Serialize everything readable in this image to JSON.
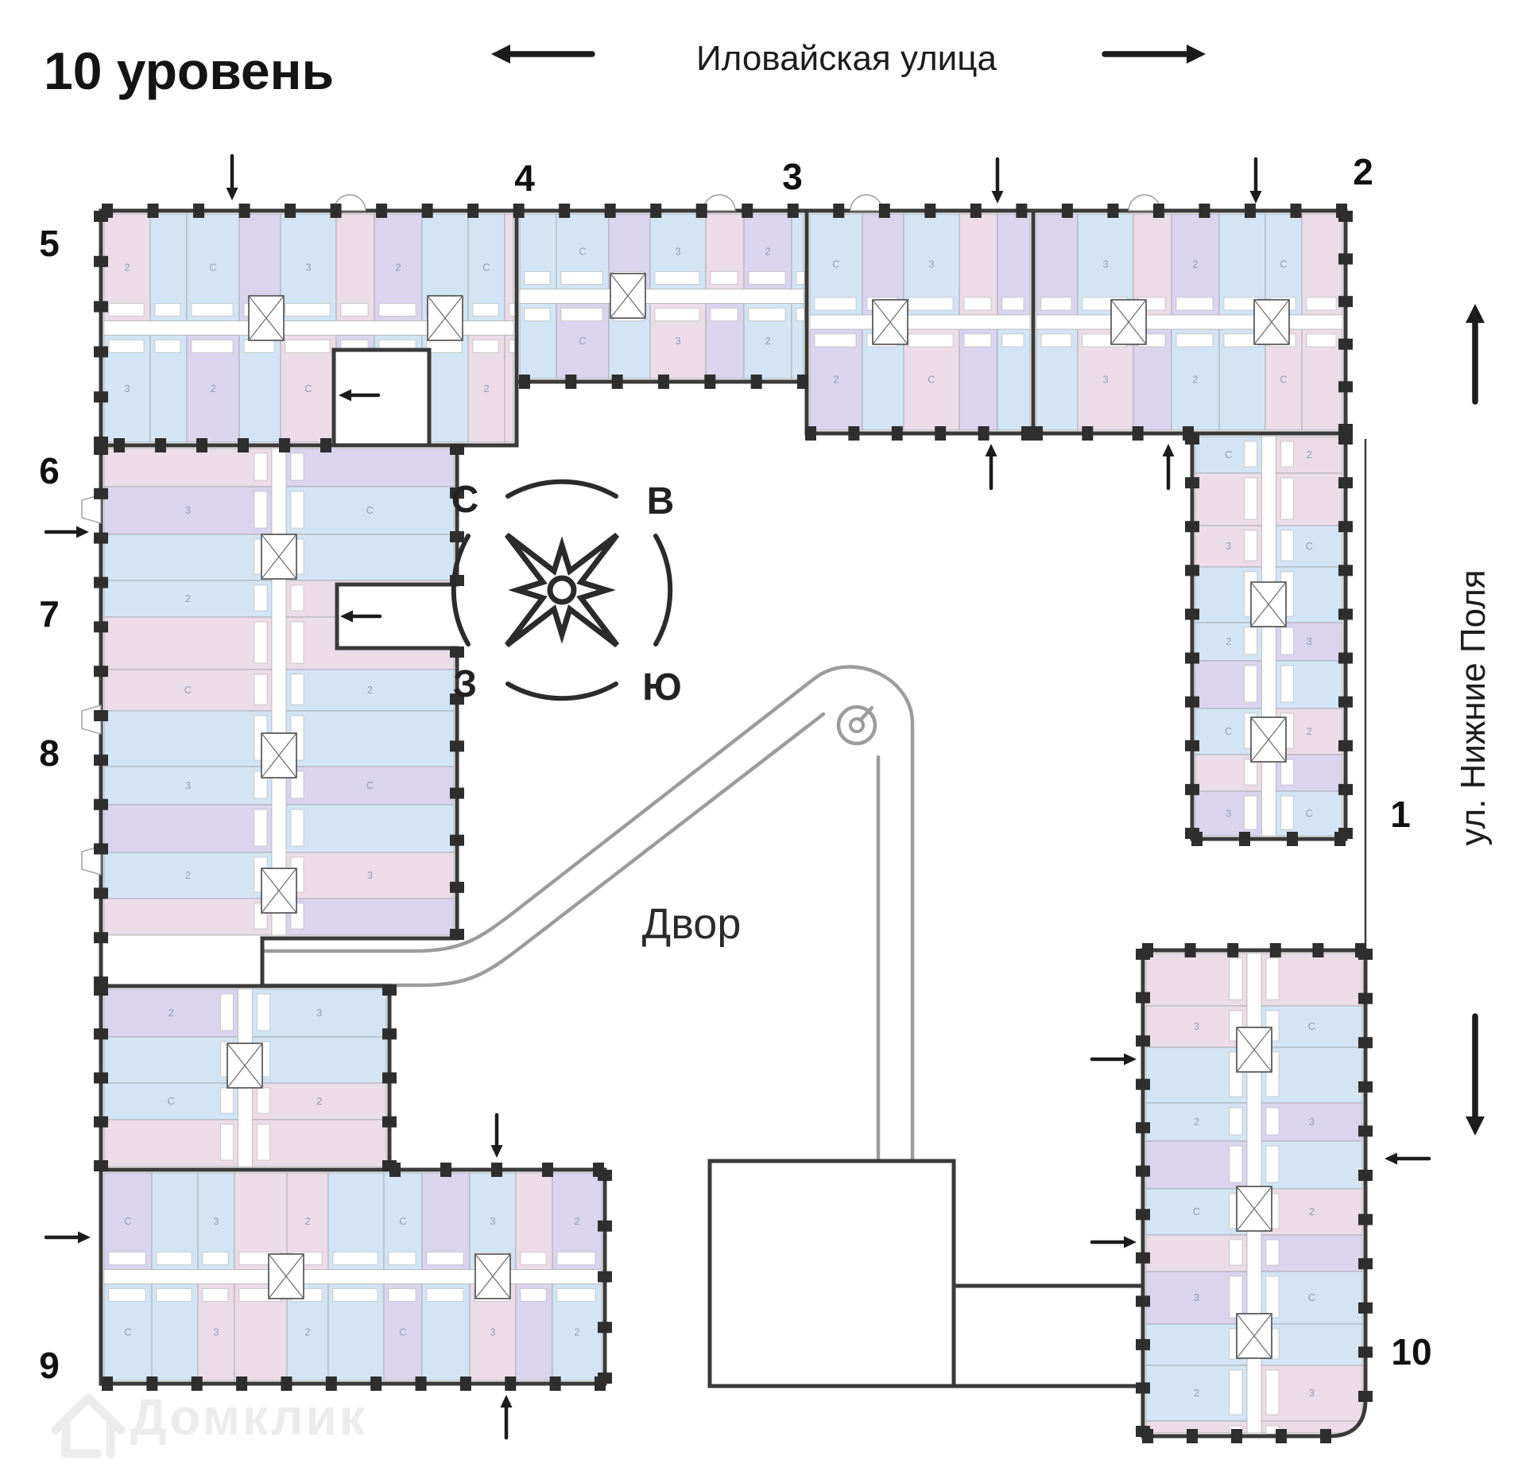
{
  "title": "10 уровень",
  "streets": {
    "top": "Иловайская улица",
    "right": "ул. Нижние Поля"
  },
  "courtyard_label": "Двор",
  "compass": {
    "north": "С",
    "east": "В",
    "west": "З",
    "south": "Ю"
  },
  "buildings": [
    {
      "id": "building-5",
      "label": "5"
    },
    {
      "id": "building-4",
      "label": "4"
    },
    {
      "id": "building-3",
      "label": "3"
    },
    {
      "id": "building-2",
      "label": "2"
    },
    {
      "id": "building-6",
      "label": "6"
    },
    {
      "id": "building-7",
      "label": "7"
    },
    {
      "id": "building-8",
      "label": "8"
    },
    {
      "id": "building-9",
      "label": "9"
    },
    {
      "id": "building-1",
      "label": "1"
    },
    {
      "id": "building-10",
      "label": "10"
    }
  ],
  "unit_types": [
    "2",
    "С",
    "3"
  ],
  "watermark": "Домклик",
  "colors": {
    "wall": "#3a3a3a",
    "apartment_blue": "#d3e5f4",
    "apartment_lavender": "#dad4ee",
    "apartment_pink": "#ebdce8",
    "slide_gray": "#9c9c9c",
    "watermark_gray": "#ececec",
    "unit_label": "#8fa0bd",
    "arrow_black": "#1c1c1c"
  }
}
